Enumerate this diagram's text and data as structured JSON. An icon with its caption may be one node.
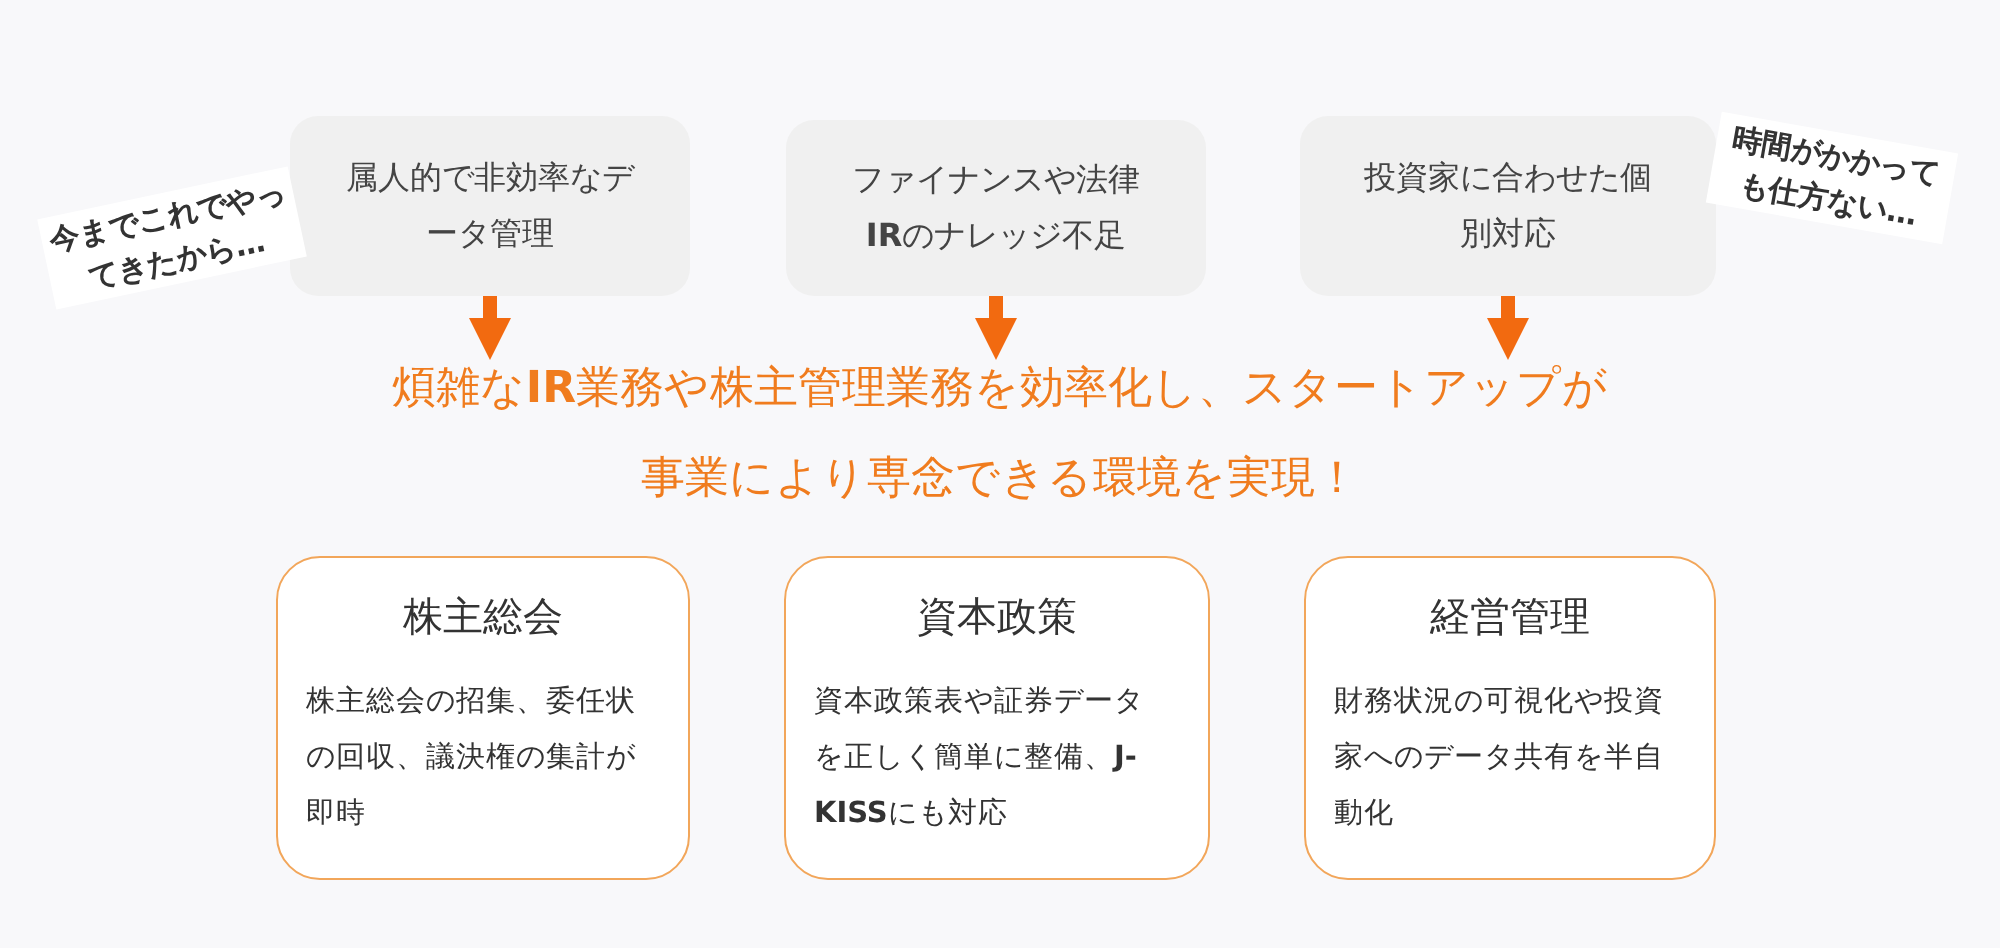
{
  "diagram": {
    "nodes": [
      {
        "text": [
          "属人的で非効率なデータ管理"
        ],
        "beside": [
          "今までこれでやってきたから…"
        ]
      },
      {
        "text": [
          "ファイナンスや法律**IR**のナレッジ不足"
        ]
      },
      {
        "text": [
          "投資家に合わせた個別対応"
        ],
        "beside": [
          "時間がかかっても仕方ない…"
        ]
      },
      {
        "text": [
          "煩雑な**IR**業務や株主管理業務を効率化し、スタートアップが事業により専念できる環境を実現！"
        ]
      },
      {
        "text": [
          "株主総会",
          "株主総会の招集、委任状の回収、議決権の集計が即時"
        ]
      },
      {
        "text": [
          "資本政策",
          "資本政策表や証券データを正しく簡単に整備、**J-KISS**にも対応"
        ]
      },
      {
        "text": [
          "経営管理",
          "財務状況の可視化や投資家へのデータ共有を半自動化"
        ]
      }
    ],
    "edges": [
      {
        "from": 0,
        "to": 3,
        "arrow": "to"
      },
      {
        "from": 1,
        "to": 3,
        "arrow": "to"
      },
      {
        "from": 2,
        "to": 3,
        "arrow": "to"
      }
    ]
  }
}
